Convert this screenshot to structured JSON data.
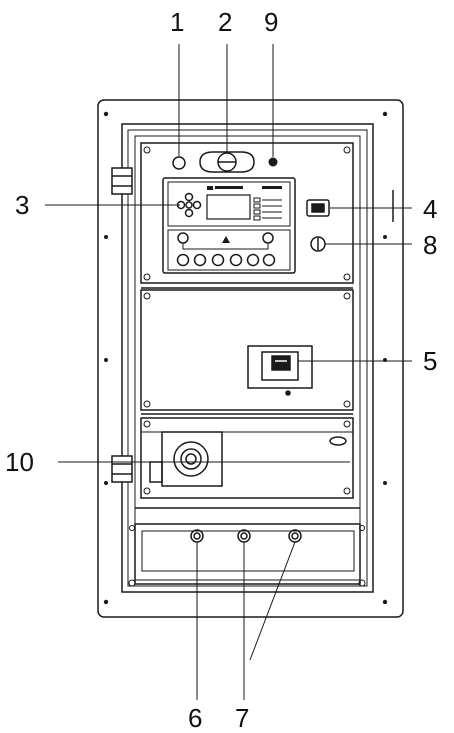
{
  "callouts": {
    "c1": "1",
    "c2": "2",
    "c9": "9",
    "c3": "3",
    "c4": "4",
    "c8": "8",
    "c5": "5",
    "c10": "10",
    "c6": "6",
    "c7": "7"
  },
  "colors": {
    "line": "#1a1a1a",
    "background": "#ffffff",
    "shade": "#bdbdbd"
  }
}
